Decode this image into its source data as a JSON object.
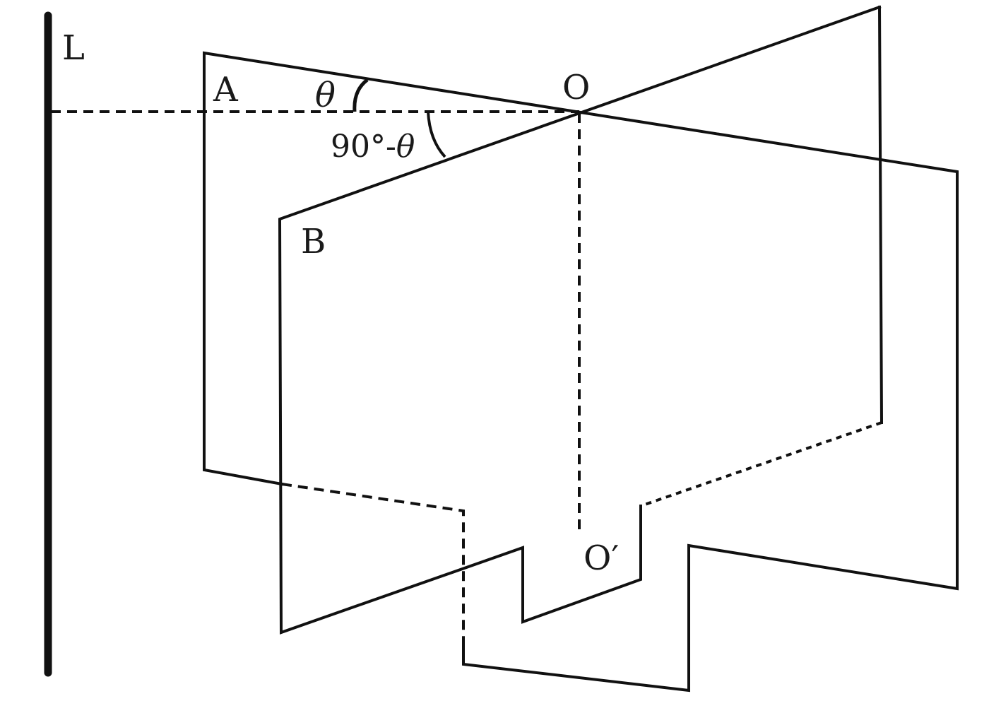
{
  "diagram": {
    "labels": {
      "axis": "L",
      "plate_a": "A",
      "plate_b": "B",
      "center": "O",
      "center_bottom": "O′",
      "angle_theta": "θ",
      "angle_complement_prefix": "90°-",
      "angle_complement_theta": "θ"
    }
  }
}
